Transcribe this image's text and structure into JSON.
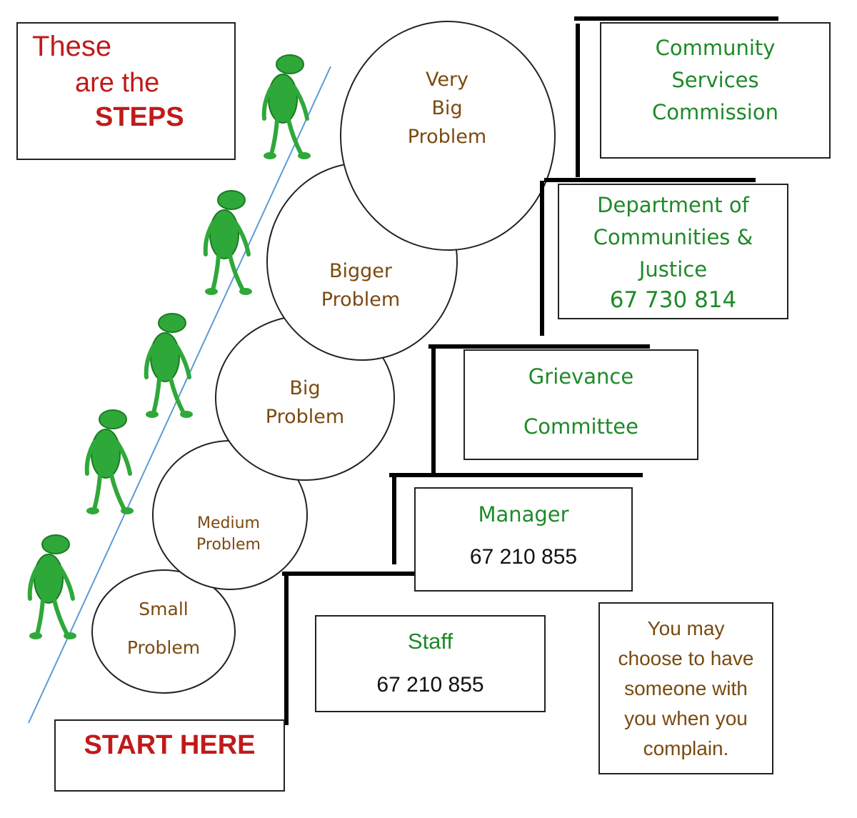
{
  "title_box": {
    "line1": "These",
    "line2": "are the",
    "line3": "STEPS"
  },
  "start_box": {
    "label": "START HERE"
  },
  "circles": [
    {
      "lines": [
        "Small",
        "Problem"
      ]
    },
    {
      "lines": [
        "Medium",
        "Problem"
      ]
    },
    {
      "lines": [
        "Big",
        "Problem"
      ]
    },
    {
      "lines": [
        "Bigger",
        "Problem"
      ]
    },
    {
      "lines": [
        "Very",
        "Big",
        "Problem"
      ]
    }
  ],
  "boxes": {
    "community": {
      "lines": [
        "Community",
        "Services",
        "Commission"
      ]
    },
    "department": {
      "lines": [
        "Department of",
        "Communities &",
        "Justice"
      ],
      "phone": "67 730 814"
    },
    "grievance": {
      "lines": [
        "Grievance",
        "Committee"
      ]
    },
    "manager": {
      "title": "Manager",
      "phone": "67 210 855"
    },
    "staff": {
      "title": "Staff",
      "phone": "67 210 855"
    },
    "note": {
      "lines": [
        "You may",
        "choose to have",
        "someone with",
        "you when you",
        "complain."
      ]
    }
  },
  "figures": {
    "count": 5,
    "icon": "green-stick-figure-icon"
  },
  "colors": {
    "green_text": "#1e8a28",
    "brown_text": "#7a4a10",
    "red_text": "#c01a1a",
    "figure_green": "#2fa83a",
    "slope_line": "#5b9bd5"
  }
}
